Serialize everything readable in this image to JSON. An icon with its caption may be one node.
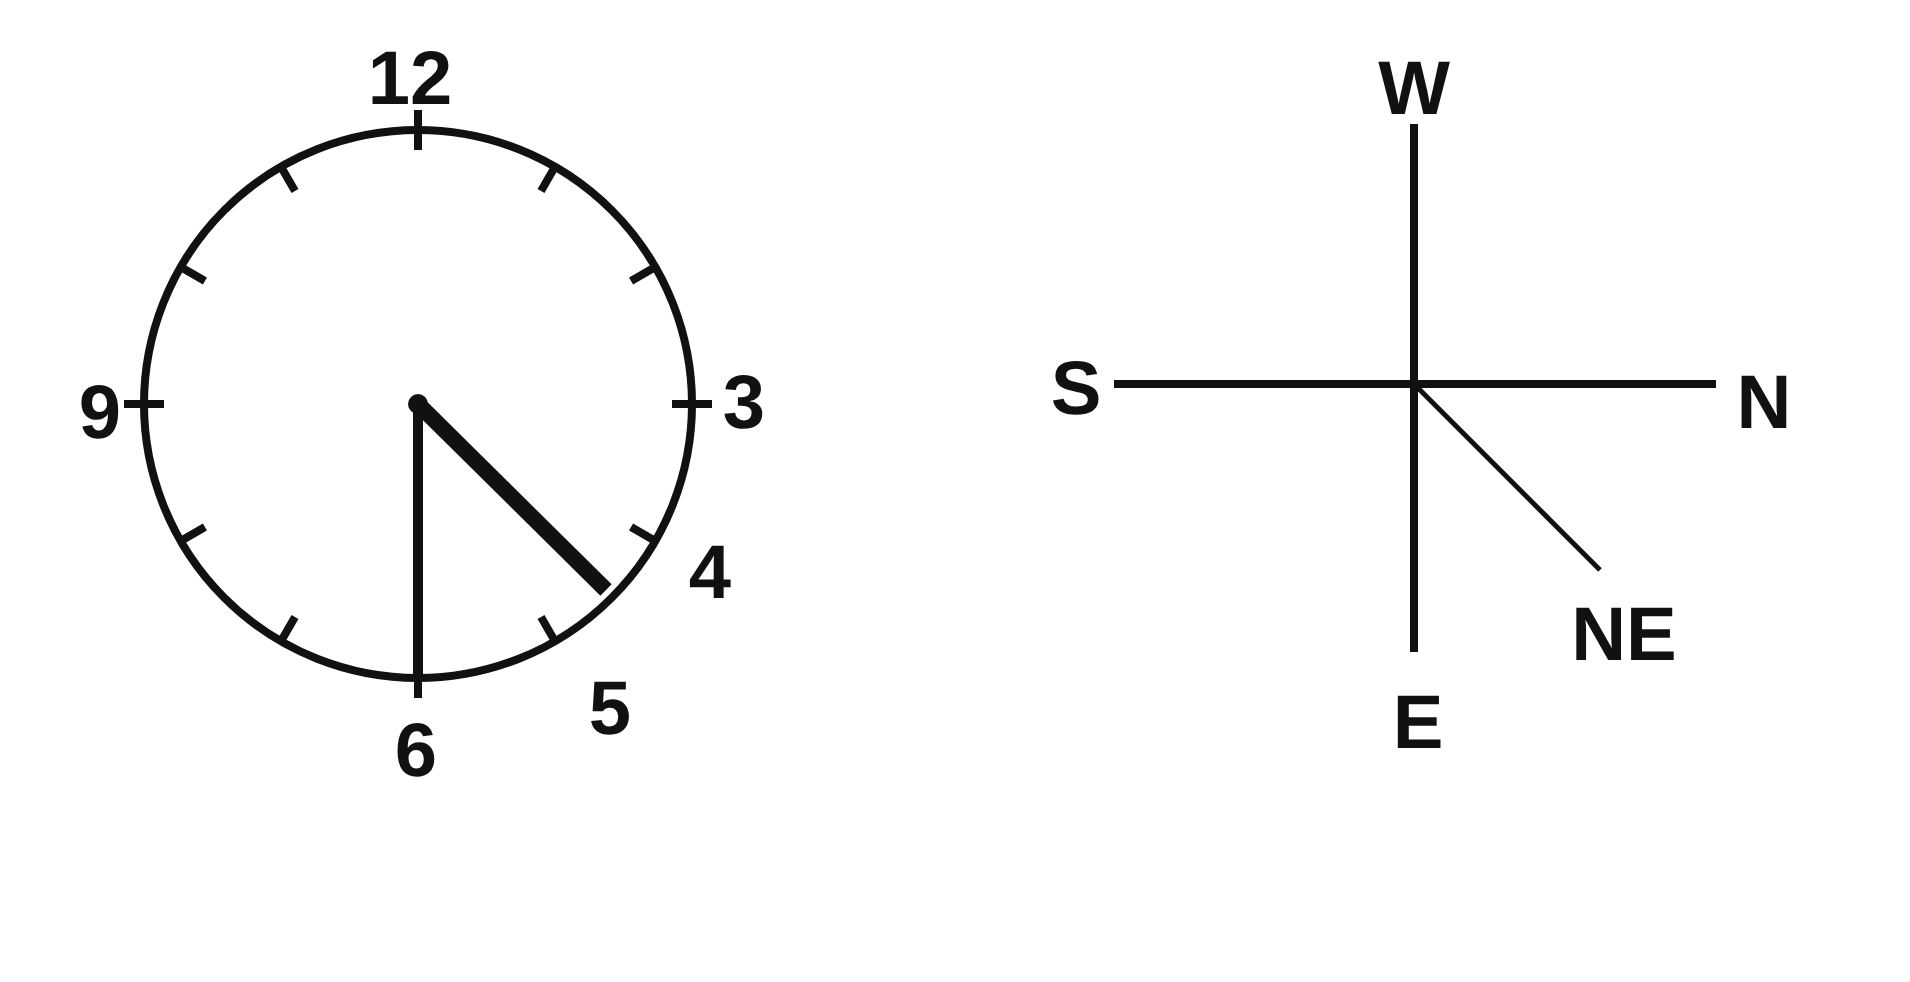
{
  "diagram": {
    "labels": [
      "12",
      "W",
      "9",
      "3",
      "S",
      "N",
      "4",
      "NE",
      "5",
      "6",
      "E"
    ]
  }
}
